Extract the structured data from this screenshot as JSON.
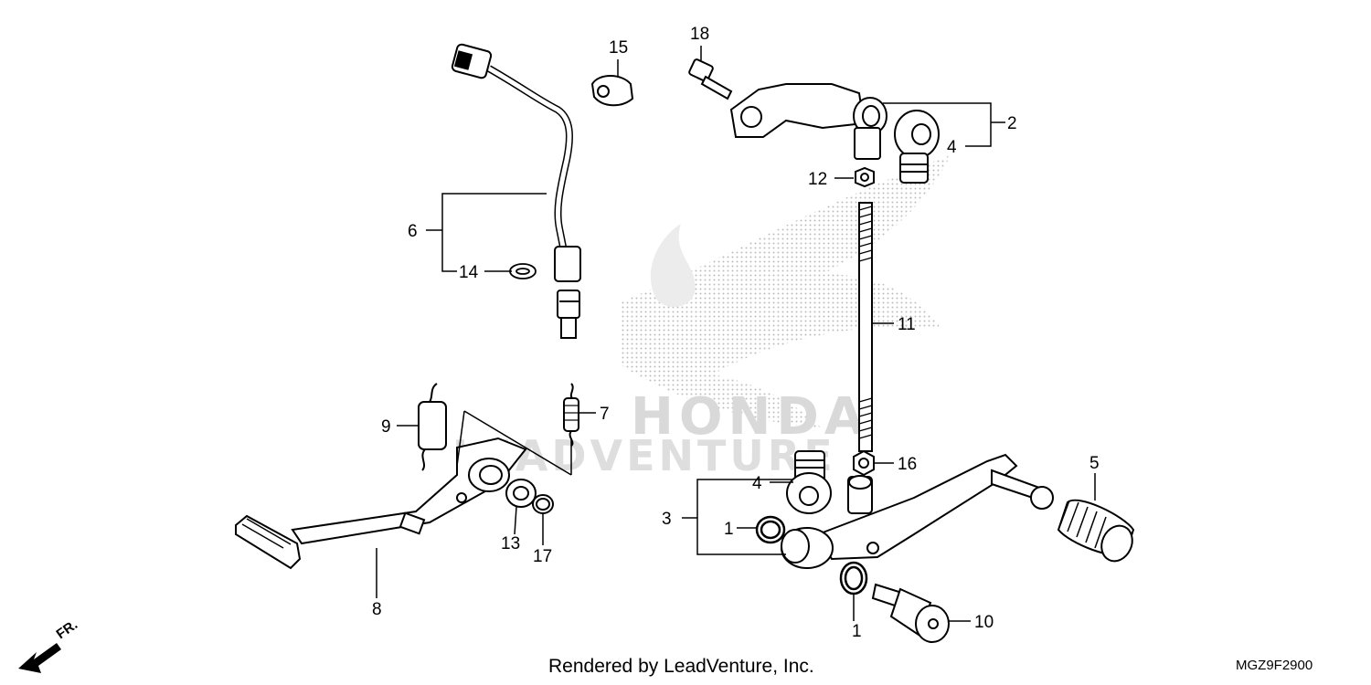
{
  "diagram": {
    "watermark_brand": "HONDA",
    "watermark_dealer": "LEADVENTURE",
    "callouts": [
      "1",
      "2",
      "3",
      "4",
      "5",
      "6",
      "7",
      "8",
      "9",
      "10",
      "11",
      "12",
      "13",
      "14",
      "15",
      "16",
      "17",
      "18",
      "1",
      "4"
    ],
    "front_marker": "FR."
  },
  "footer": {
    "credit": "Rendered by LeadVenture, Inc.",
    "diagram_code": "MGZ9F2900"
  }
}
